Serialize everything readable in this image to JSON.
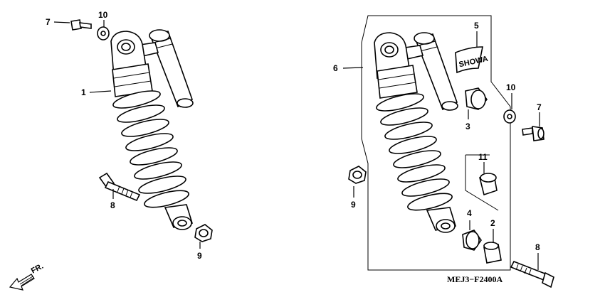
{
  "callouts": {
    "left_7": "7",
    "left_10": "10",
    "left_1": "1",
    "left_8": "8",
    "left_9": "9",
    "right_6": "6",
    "right_5": "5",
    "right_3": "3",
    "right_10": "10",
    "right_7": "7",
    "right_11": "11",
    "right_9": "9",
    "right_4": "4",
    "right_2": "2",
    "right_8": "8"
  },
  "show_label": "SHOWA",
  "direction_label": "FR.",
  "diagram_code": "MEJ3−F2400A"
}
